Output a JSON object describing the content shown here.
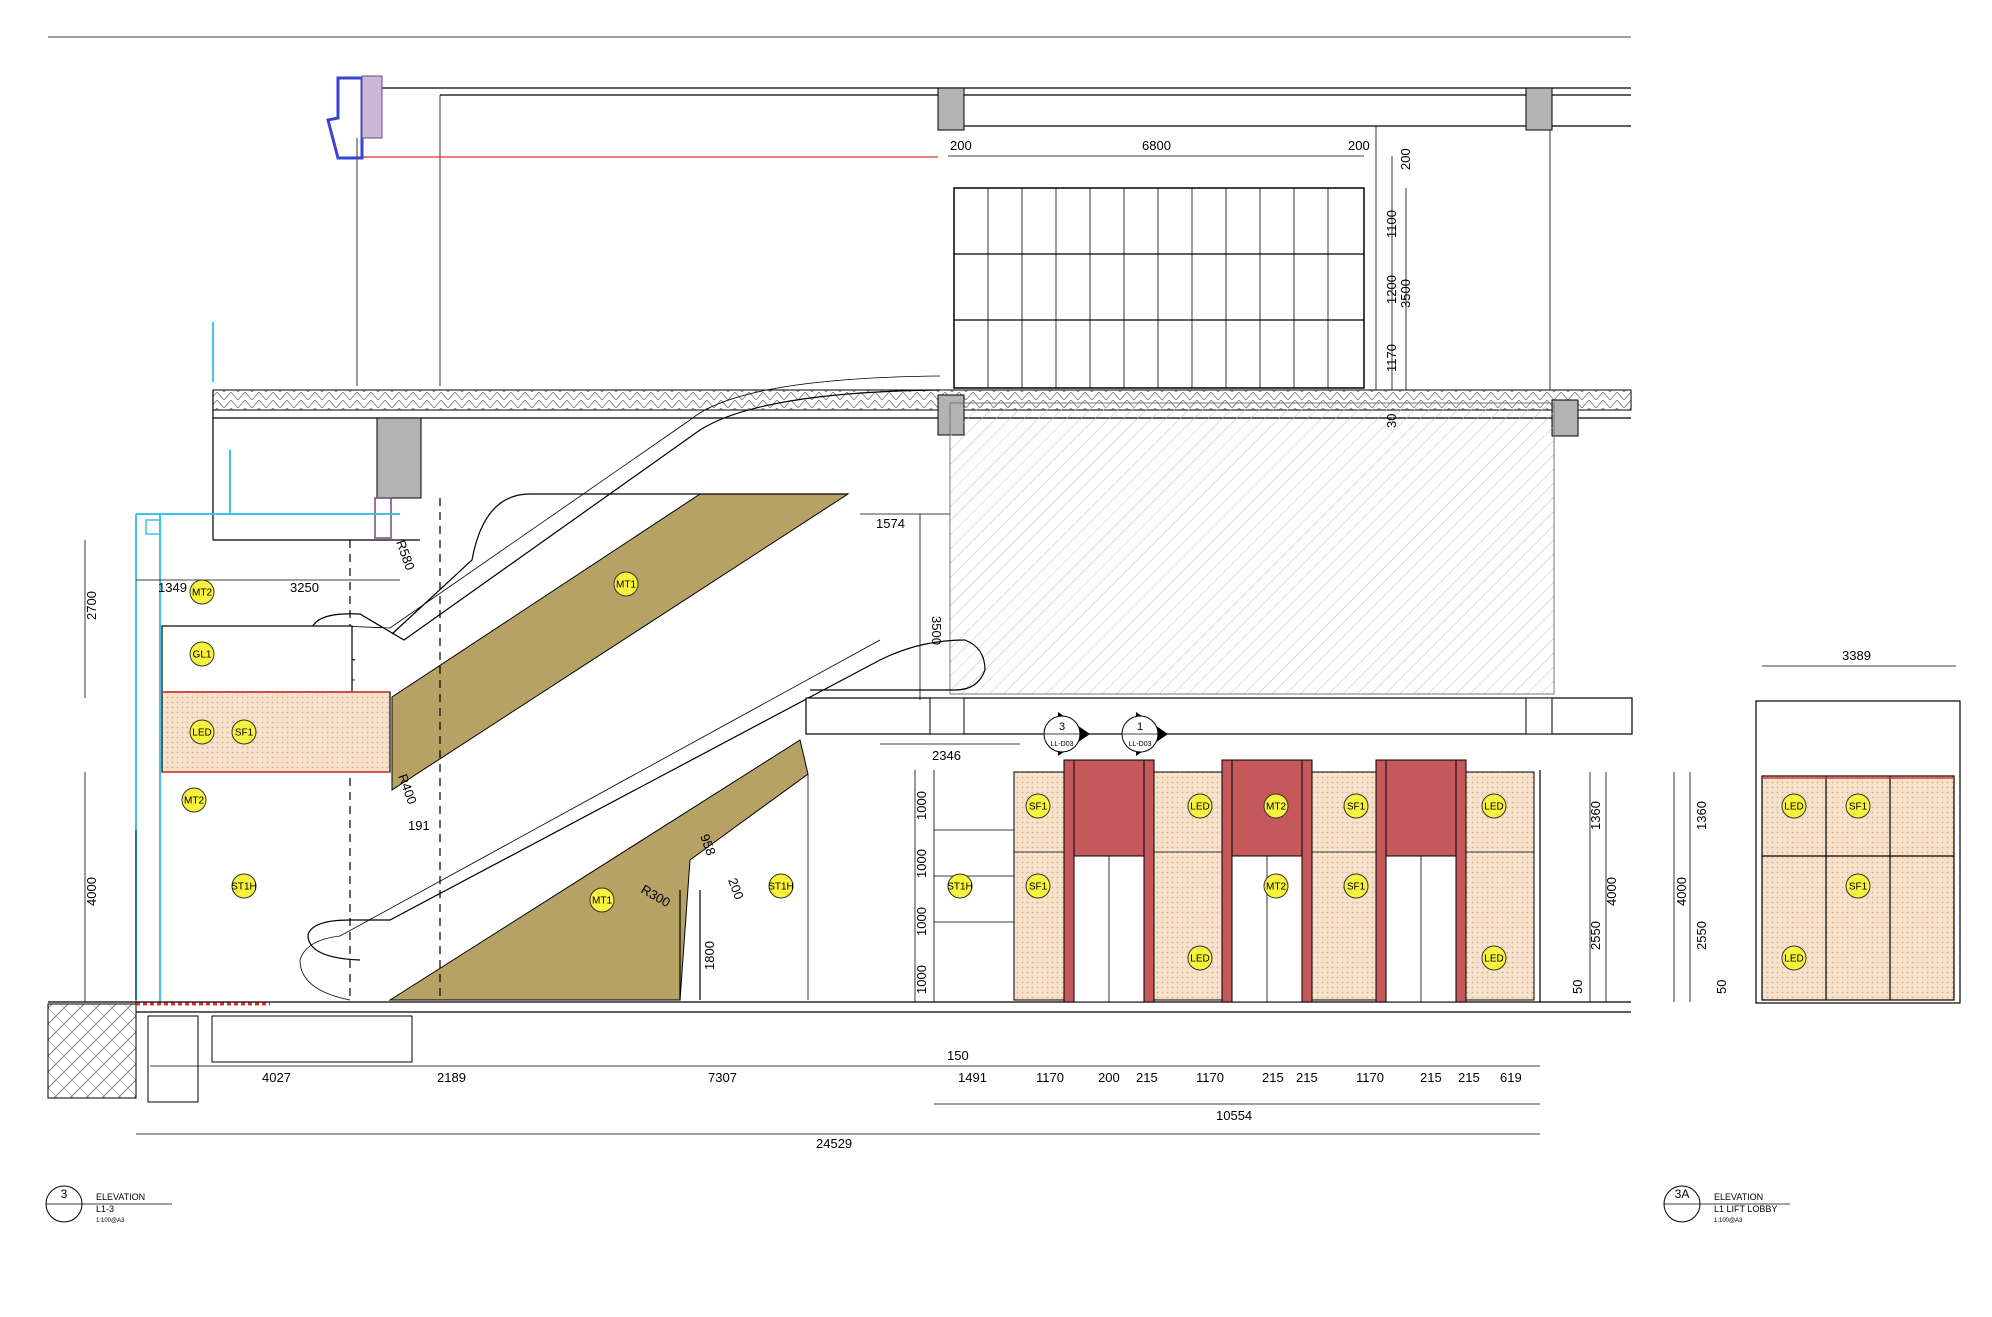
{
  "drawing_3": {
    "ref_number": "3",
    "title": "ELEVATION",
    "subtitle": "L1-3",
    "scale": "1:100@A3",
    "horizontal_dims": [
      "1349",
      "3250",
      "1574",
      "2346",
      "191",
      "4027",
      "2189",
      "7307",
      "150",
      "1491",
      "1170",
      "200",
      "215",
      "1170",
      "215",
      "215",
      "1170",
      "215",
      "215",
      "619",
      "10554",
      "24529"
    ],
    "top_dims": [
      "200",
      "6800",
      "200"
    ],
    "vertical_dims_left": [
      "2700",
      "4000"
    ],
    "vertical_dims_mid": [
      "3500",
      "1000",
      "1000",
      "1000",
      "1000",
      "1800",
      "958",
      "200"
    ],
    "vertical_dims_right": [
      "200",
      "1100",
      "1200",
      "3500",
      "1170",
      "30",
      "1360",
      "4000",
      "2550",
      "50"
    ],
    "radius_labels": [
      "R580",
      "R400",
      "R300"
    ],
    "section_markers": [
      {
        "number": "3",
        "sheet": "LL-D03"
      },
      {
        "number": "1",
        "sheet": "LL-D03"
      }
    ],
    "material_tags": [
      "MT2",
      "GL1",
      "LED",
      "SF1",
      "MT2",
      "ST1H",
      "MT1",
      "MT1",
      "ST1H",
      "ST1H",
      "SF1",
      "SF1",
      "LED",
      "LED",
      "MT2",
      "MT2",
      "SF1",
      "SF1",
      "LED",
      "LED"
    ]
  },
  "drawing_3a": {
    "ref_number": "3A",
    "title": "ELEVATION",
    "subtitle": "L1 LIFT LOBBY",
    "scale": "1:100@A3",
    "width_dim": "3389",
    "vertical_dims": [
      "1360",
      "4000",
      "2550",
      "50"
    ],
    "material_tags": [
      "LED",
      "SF1",
      "SF1",
      "LED"
    ]
  },
  "colors": {
    "mt1_gold": "#b5a264",
    "lift_red": "#c4585b",
    "panel_peach": "#f6e3cd",
    "tag_yellow": "#f7f23c",
    "glass_cyan": "#3fc3e8",
    "blue_profile": "#3a46d1",
    "concrete_gray": "#b3b3b3"
  }
}
